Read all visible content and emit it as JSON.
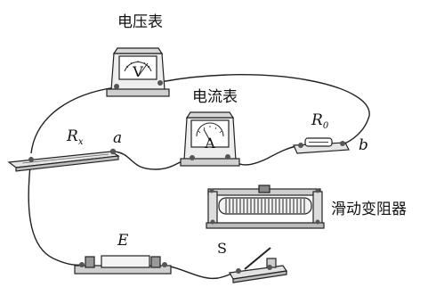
{
  "labels": {
    "voltmeter": "电压表",
    "voltmeter_face": "V",
    "ammeter": "电流表",
    "ammeter_face": "A",
    "rx_main": "R",
    "rx_sub": "x",
    "r0_main": "R",
    "r0_sub": "0",
    "point_a": "a",
    "point_b": "b",
    "rheostat": "滑动变阻器",
    "battery": "E",
    "switch": "S"
  }
}
